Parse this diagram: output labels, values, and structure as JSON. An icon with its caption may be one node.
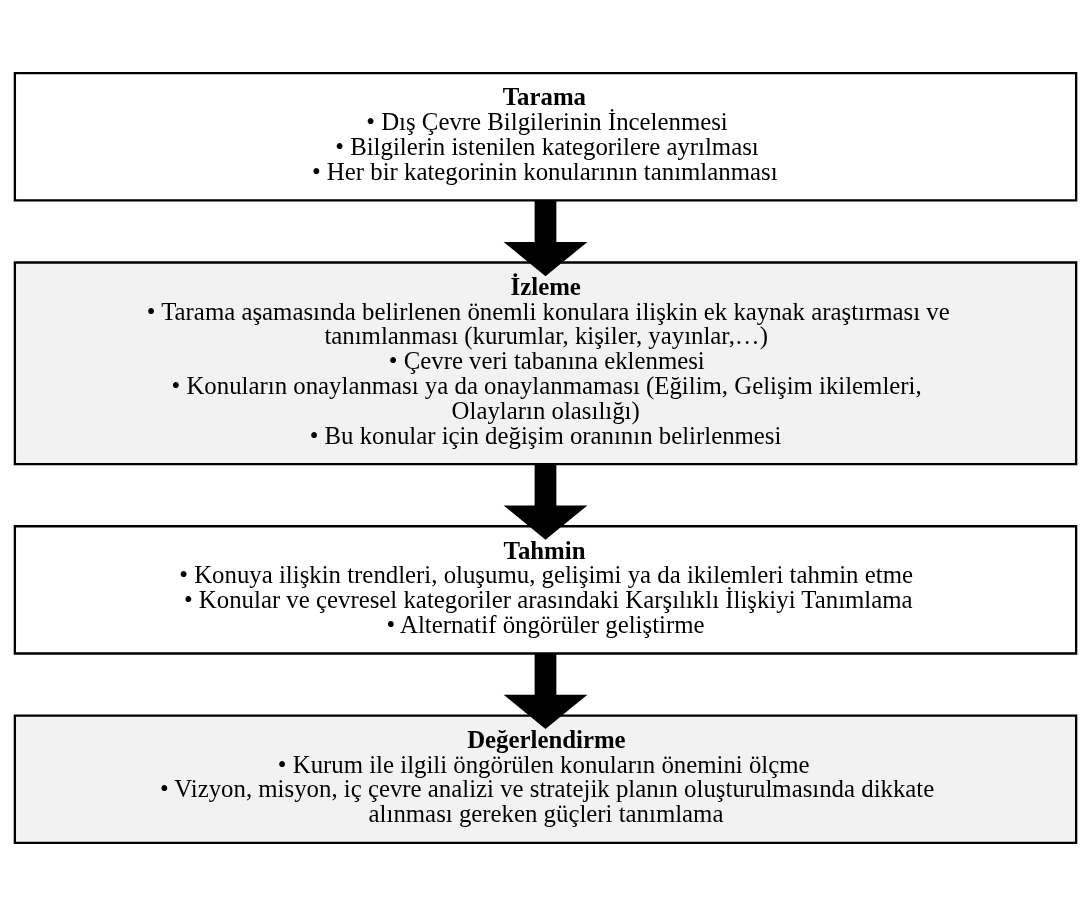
{
  "diagram": {
    "nodes": [
      {
        "text": [
          "Tarama",
          "• Dış Çevre Bilgilerinin İncelenmesi",
          "• Bilgilerin istenilen kategorilere ayrılması",
          "• Her bir kategorinin konularının tanımlanması"
        ]
      },
      {
        "text": [
          "İzleme",
          "• Tarama aşamasında belirlenen önemli konulara ilişkin ek kaynak araştırması ve tanımlanması (kurumlar, kişiler, yayınlar,…)",
          "• Çevre veri tabanına eklenmesi",
          "• Konuların onaylanması ya da onaylanmaması (Eğilim, Gelişim ikilemleri, Olayların olasılığı)",
          "• Bu konular için değişim oranının belirlenmesi"
        ]
      },
      {
        "text": [
          "Tahmin",
          "• Konuya ilişkin trendleri, oluşumu, gelişimi ya da ikilemleri tahmin etme",
          "• Konular ve çevresel kategoriler arasındaki Karşılıklı İlişkiyi Tanımlama",
          "• Alternatif öngörüler geliştirme"
        ]
      },
      {
        "text": [
          "Değerlendirme",
          "• Kurum ile ilgili öngörülen konuların önemini ölçme",
          "• Vizyon, misyon, iç çevre analizi ve stratejik planın oluşturulmasında dikkate alınması gereken güçleri tanımlama"
        ]
      }
    ],
    "edges": [
      {
        "from": 0,
        "to": 1,
        "arrow": "to"
      },
      {
        "from": 1,
        "to": 2,
        "arrow": "to"
      },
      {
        "from": 2,
        "to": 3,
        "arrow": "to"
      }
    ]
  }
}
